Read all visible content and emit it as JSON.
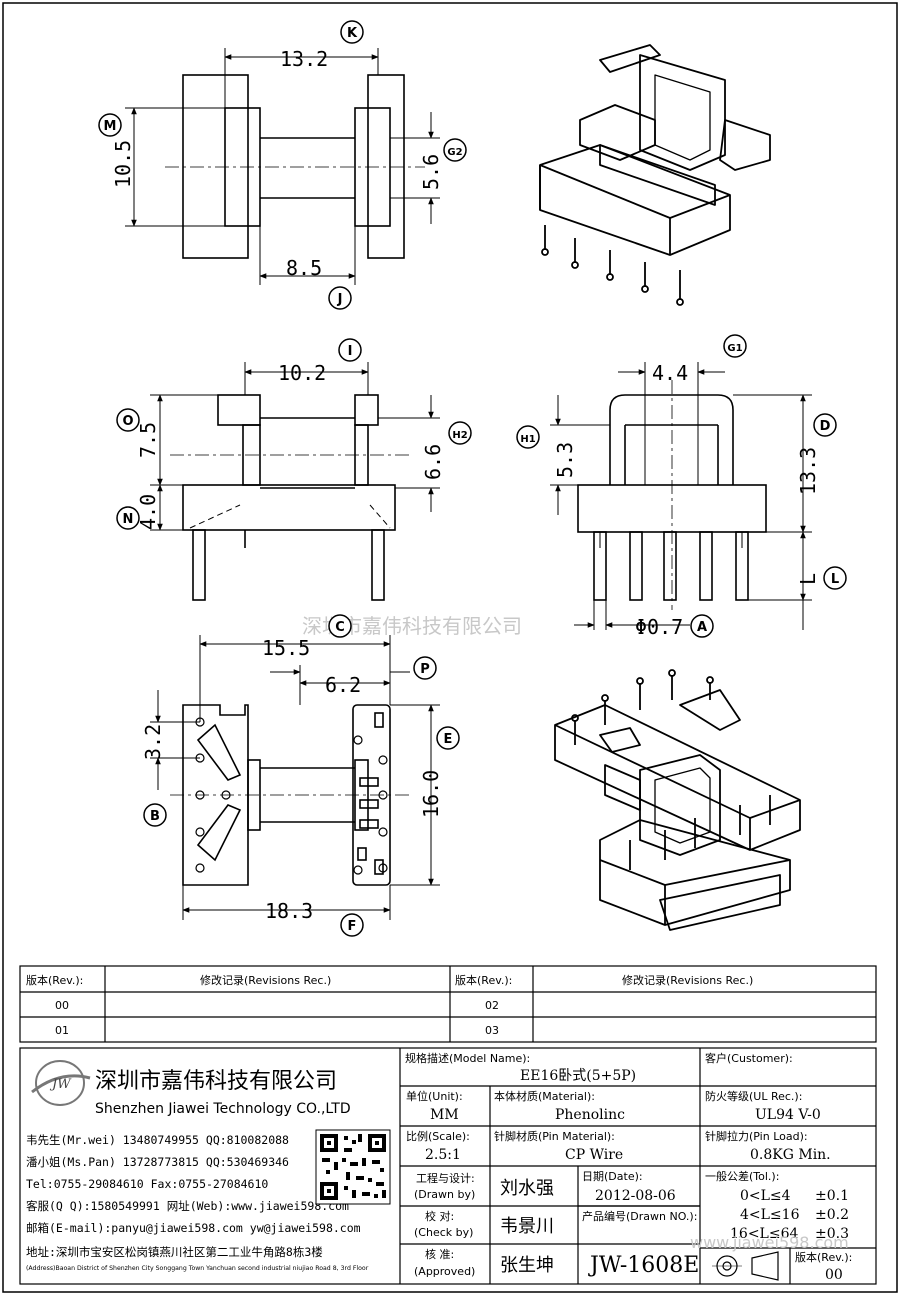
{
  "dims": {
    "k_top": "13.2",
    "m_left": "10.5",
    "g2_right": "5.6",
    "j_bottom": "8.5",
    "i_top": "10.2",
    "o_left": "7.5",
    "n_left": "4.0",
    "h2_right": "6.6",
    "g1_top": "4.4",
    "h1_left": "5.3",
    "d_right": "13.3",
    "l_right": "L",
    "a_pin": "Φ0.7",
    "c_top": "15.5",
    "p_top": "6.2",
    "b_left": "3.2",
    "e_right": "16.0",
    "f_bottom": "18.3"
  },
  "bubbles": {
    "K": "K",
    "M": "M",
    "G2": "G2",
    "J": "J",
    "I": "I",
    "O": "O",
    "N": "N",
    "H2": "H2",
    "G1": "G1",
    "H1": "H1",
    "D": "D",
    "L": "L",
    "A": "A",
    "C": "C",
    "P": "P",
    "B": "B",
    "E": "E",
    "F": "F"
  },
  "watermark_mid": "深圳市嘉伟科技有限公司",
  "revision_table": {
    "headers": [
      "版本(Rev.):",
      "修改记录(Revisions Rec.)",
      "版本(Rev.):",
      "修改记录(Revisions Rec.)"
    ],
    "rows": [
      [
        "00",
        "",
        "02",
        ""
      ],
      [
        "01",
        "",
        "03",
        ""
      ]
    ]
  },
  "company": {
    "logo_text": "JW",
    "name_cn": "深圳市嘉伟科技有限公司",
    "name_en": "Shenzhen Jiawei Technology CO.,LTD",
    "contacts": [
      "韦先生(Mr.wei) 13480749955 QQ:810082088",
      "潘小姐(Ms.Pan) 13728773815 QQ:530469346",
      "Tel:0755-29084610      Fax:0755-27084610",
      "客服(Q Q):1580549991  网址(Web):www.jiawei598.com",
      "邮箱(E-mail):panyu@jiawei598.com  yw@jiawei598.com"
    ],
    "address_cn": "地址:深圳市宝安区松岗镇燕川社区第二工业牛角路8栋3楼",
    "address_en": "(Address)Baoan District of Shenzhen City Songgang Town Yanchuan  second industrial niujiao Road 8, 3rd Floor"
  },
  "title_block": {
    "model_label": "规格描述(Model Name):",
    "model_value": "EE16卧式(5+5P)",
    "customer_label": "客户(Customer):",
    "customer_value": "",
    "unit_label": "单位(Unit):",
    "unit_value": "MM",
    "material_label": "本体材质(Material):",
    "material_value": "Phenolinc",
    "ul_label": "防火等级(UL Rec.):",
    "ul_value": "UL94 V-0",
    "scale_label": "比例(Scale):",
    "scale_value": "2.5:1",
    "pin_mat_label": "针脚材质(Pin Material):",
    "pin_mat_value": "CP Wire",
    "pin_load_label": "针脚拉力(Pin Load):",
    "pin_load_value": "0.8KG Min.",
    "drawn_label": "工程与设计:",
    "drawn_label2": "(Drawn by)",
    "drawn_value": "刘水强",
    "date_label": "日期(Date):",
    "date_value": "2012-08-06",
    "check_label": "校  对:",
    "check_label2": "(Check by)",
    "check_value": "韦景川",
    "drawn_no_label": "产品编号(Drawn NO.):",
    "drawn_no_value": "JW-1608E",
    "approved_label": "核  准:",
    "approved_label2": "(Approved)",
    "approved_value": "张生坤",
    "tol_label": "一般公差(Tol.):",
    "tol_rows": [
      {
        "range": "0<L≤4",
        "tol": "±0.1"
      },
      {
        "range": "4<L≤16",
        "tol": "±0.2"
      },
      {
        "range": "16<L≤64",
        "tol": "±0.3"
      }
    ],
    "rev_label": "版本(Rev.):",
    "rev_value": "00",
    "watermark_tb": "www.jiawei598.com"
  }
}
